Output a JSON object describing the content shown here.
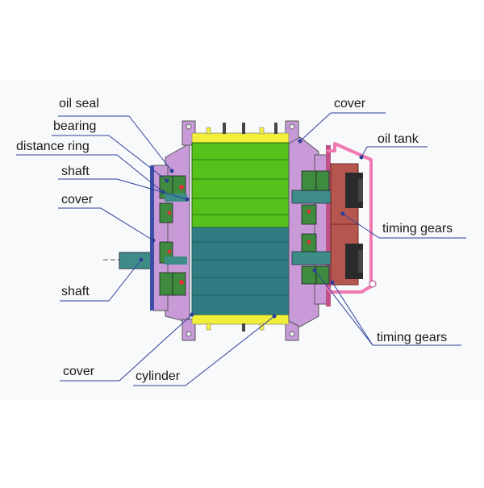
{
  "labels": {
    "oil_seal": "oil seal",
    "bearing": "bearing",
    "distance_ring": "distance ring",
    "shaft_upper": "shaft",
    "cover_left": "cover",
    "shaft_lower": "shaft",
    "cover_bottom": "cover",
    "cylinder": "cylinder",
    "cover_top": "cover",
    "oil_tank": "oil tank",
    "timing_gears_right": "timing gears",
    "timing_gears_bottom": "timing gears"
  },
  "colors": {
    "background": "#ffffff",
    "bg_panel": "#f7f9fb",
    "cover_purple": "#c89ad8",
    "upper_rotor": "#55c21b",
    "lower_rotor": "#2f7d82",
    "rotor_stripe": "#1f5a5e",
    "yellow_band": "#f2ef3a",
    "gear_red": "#b5574e",
    "oil_tank_pink": "#f07ab0",
    "bearing_green": "#3e8a3e",
    "shaft_teal": "#3e8c88",
    "leader_blue": "#2c3f9a"
  }
}
